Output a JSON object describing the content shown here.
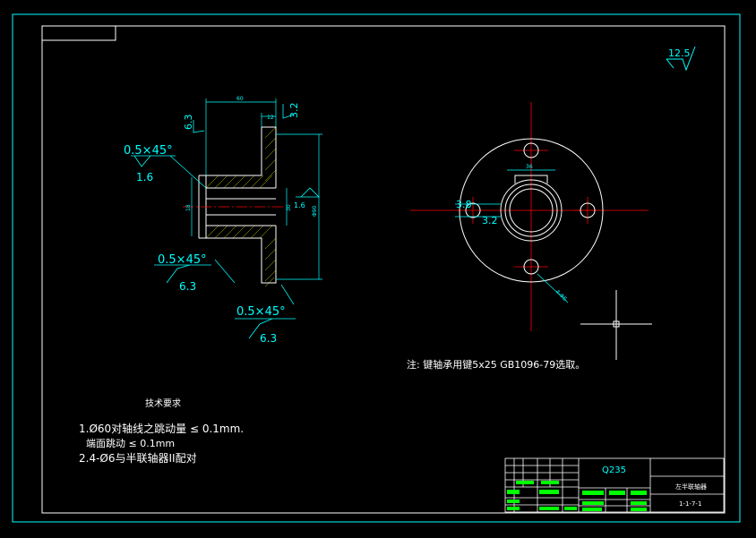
{
  "colors": {
    "background": "#000000",
    "frame": "#00ffff",
    "outline": "#ffffff",
    "centerline": "#ff0000",
    "hatch": "#ffff00",
    "dimension": "#00ffff",
    "titleblock_fill": "#00ff00"
  },
  "roughness_general": "12.5",
  "section_view": {
    "dim_top_width": "60",
    "dim_flange_step": "12",
    "dim_total_height": "Φ90",
    "dim_bore": "18",
    "dim_hub": "30",
    "rough_top_left": "6.3",
    "rough_top_right": "3.2",
    "rough_face_right": "1.6",
    "callouts": [
      {
        "text": "0.5×45°",
        "roughness": "1.6"
      },
      {
        "text": "0.5×45°",
        "roughness": "6.3"
      },
      {
        "text": "0.5×45°",
        "roughness": "6.3"
      }
    ]
  },
  "end_view": {
    "dim_keyway_width": "36",
    "dim_left_offset": "3.8",
    "dim_left_offset_b": "3.2",
    "label_hole_pattern": "4-Φ6"
  },
  "note": "注: 键轴承用键5x25  GB1096-79选取。",
  "tech_requirements": {
    "title": "技术要求",
    "lines": [
      "1.Ø60对轴线之跳动量 ≤ 0.1mm.",
      "端面跳动 ≤ 0.1mm",
      "2.4-Ø6与半联轴器II配对"
    ]
  },
  "title_block": {
    "material": "Q235",
    "part_name": "左半联轴器",
    "drawing_number": "1-1-7-1"
  }
}
